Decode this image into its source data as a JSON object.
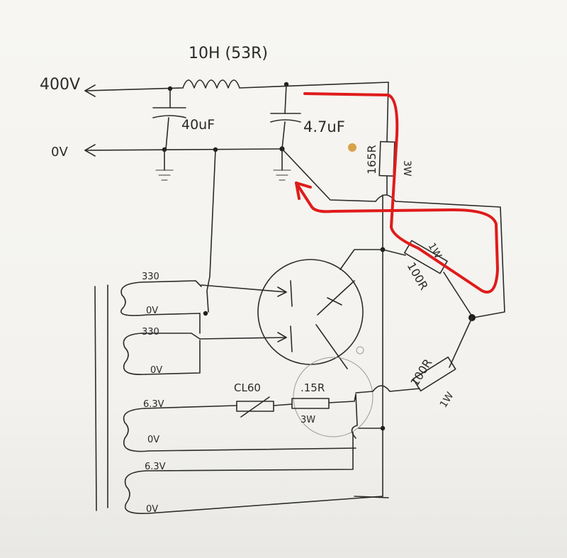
{
  "labels": {
    "choke": "10H (53R)",
    "b_plus": "400V",
    "ground_rail": "0V",
    "cap_40": "40uF",
    "cap_47": "4.7uF",
    "res_165": "165R",
    "res_165_watt": "3W",
    "res_100_top": "100R",
    "res_100_top_watt": "1W",
    "res_100_bot": "100R",
    "res_100_bot_watt": "1W",
    "hv_top": "330",
    "hv_ct": "0V",
    "hv_bot": "330",
    "hv_bot_end": "0V",
    "heater1": "6.3V",
    "heater1_ct": "0V",
    "heater2": "6.3V",
    "heater2_end": "0V",
    "thermistor": "CL60",
    "res_015": ".15R",
    "res_015_watt": "3W"
  },
  "colors": {
    "ink": "#2b2b2b",
    "annotation": "#e01b1b",
    "paper": "#f4f3ef"
  }
}
